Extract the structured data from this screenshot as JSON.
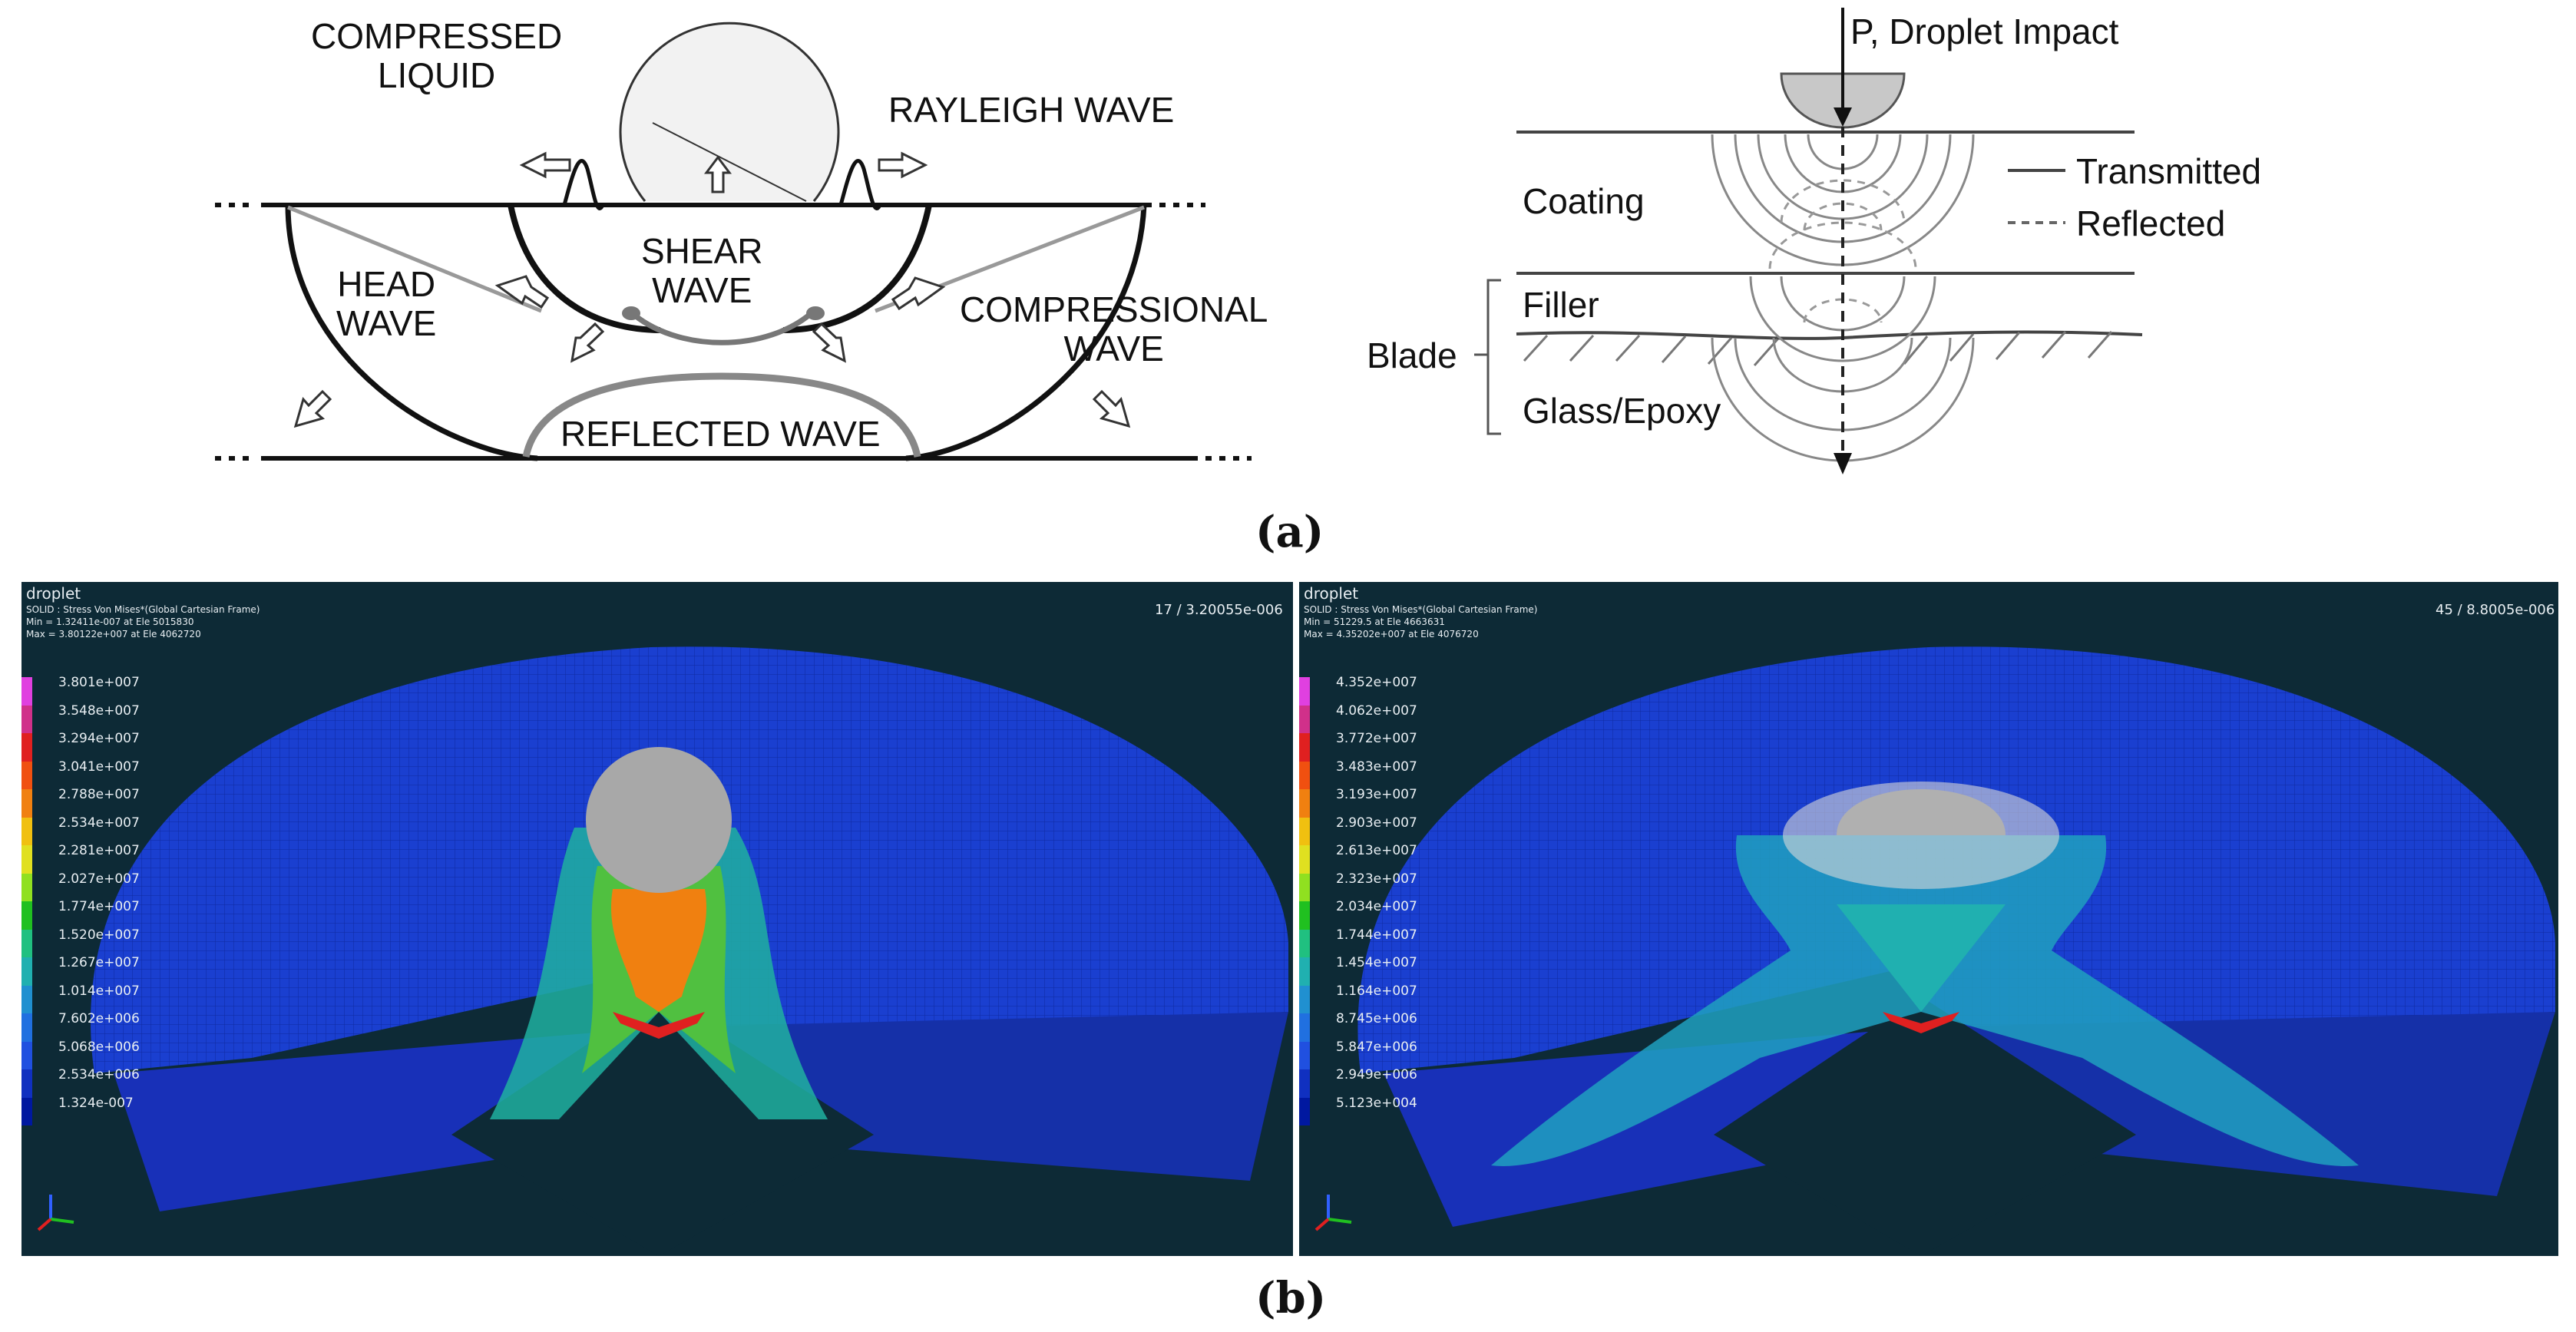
{
  "wave_diagram": {
    "compressed_liquid": "COMPRESSED\nLIQUID",
    "rayleigh": "RAYLEIGH WAVE",
    "head": "HEAD\nWAVE",
    "shear": "SHEAR\nWAVE",
    "compressional": "COMPRESSIONAL\nWAVE",
    "reflected": "REFLECTED WAVE"
  },
  "layer_diagram": {
    "impact": "P, Droplet Impact",
    "coating": "Coating",
    "transmitted": "Transmitted",
    "reflected": "Reflected",
    "filler": "Filler",
    "blade": "Blade",
    "glass_epoxy": "Glass/Epoxy"
  },
  "caption_a": "(a)",
  "caption_b": "(b)",
  "fea_left": {
    "title": "droplet",
    "line1": "SOLID : Stress Von Mises*(Global Cartesian Frame)",
    "line2": "Min = 1.32411e-007 at Ele 5015830",
    "line3": "Max = 3.80122e+007 at Ele 4062720",
    "step": "17 / 3.20055e-006",
    "legend": [
      "3.801e+007",
      "3.548e+007",
      "3.294e+007",
      "3.041e+007",
      "2.788e+007",
      "2.534e+007",
      "2.281e+007",
      "2.027e+007",
      "1.774e+007",
      "1.520e+007",
      "1.267e+007",
      "1.014e+007",
      "7.602e+006",
      "5.068e+006",
      "2.534e+006",
      "1.324e-007"
    ]
  },
  "fea_right": {
    "title": "droplet",
    "line1": "SOLID : Stress Von Mises*(Global Cartesian Frame)",
    "line2": "Min = 51229.5 at Ele 4663631",
    "line3": "Max = 4.35202e+007 at Ele 4076720",
    "step": "45 / 8.8005e-006",
    "legend": [
      "4.352e+007",
      "4.062e+007",
      "3.772e+007",
      "3.483e+007",
      "3.193e+007",
      "2.903e+007",
      "2.613e+007",
      "2.323e+007",
      "2.034e+007",
      "1.744e+007",
      "1.454e+007",
      "1.164e+007",
      "8.745e+006",
      "5.847e+006",
      "2.949e+006",
      "5.123e+004"
    ]
  },
  "legend_colors": [
    "#e040e0",
    "#d0308a",
    "#e02020",
    "#f05010",
    "#f08010",
    "#f0c010",
    "#e0e020",
    "#90e020",
    "#20c020",
    "#20c080",
    "#20b0b0",
    "#2090d0",
    "#2070e0",
    "#2050e0",
    "#1030c0",
    "#0018a0"
  ],
  "icons": [
    "arrow-icon",
    "axis-triad-icon"
  ]
}
